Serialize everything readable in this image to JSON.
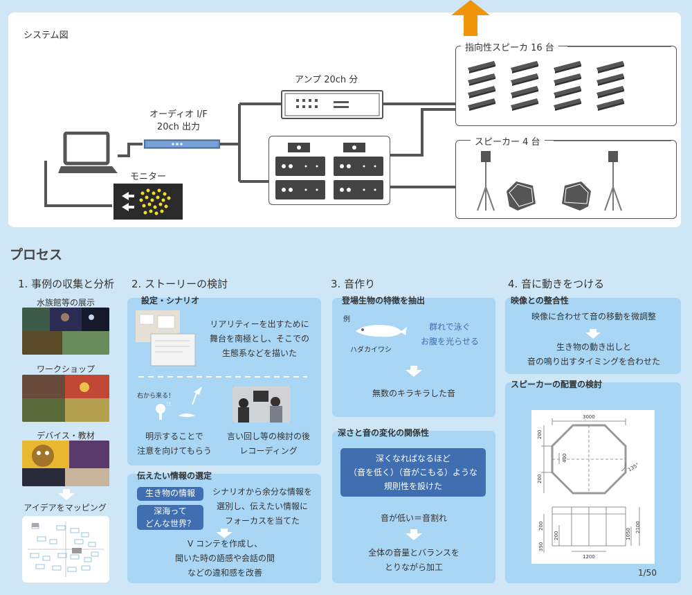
{
  "system": {
    "title": "システム図",
    "audio_if": [
      "オーディオ I/F",
      "20ch 出力"
    ],
    "amp": "アンプ 20ch 分",
    "monitor": "モニター",
    "directional": "指向性スピーカ 16 台",
    "speakers": "スピーカー 4 台"
  },
  "process": {
    "heading": "プロセス",
    "step1": {
      "title": "1. 事例の収集と分析",
      "aquarium": "水族館等の展示",
      "workshop": "ワークショップ",
      "device": "デバイス・教材",
      "mapping": "アイデアをマッピング"
    },
    "step2": {
      "title": "2. ストーリーの検討",
      "card1": {
        "title": "設定・シナリオ",
        "lines": [
          "リアリティーを出すために",
          "舞台を南極とし、そこでの",
          "生態系などを描いた"
        ],
        "from_right": "右から来る！",
        "explicit": [
          "明示することで",
          "注意を向けてもらう"
        ],
        "recording": [
          "言い回し等の検討の後",
          "レコーディング"
        ]
      },
      "card2": {
        "title": "伝えたい情報の選定",
        "pill1": "生き物の情報",
        "pill2": [
          "深海って",
          "どんな世界？"
        ],
        "lines": [
          "シナリオから余分な情報を",
          "選別し、伝えたい情報に",
          "フォーカスを当てた"
        ],
        "after": [
          "V コンテを作成し、",
          "聞いた時の語感や会話の間",
          "などの違和感を改善"
        ]
      }
    },
    "step3": {
      "title": "3. 音作り",
      "card1": {
        "title": "登場生物の特徴を抽出",
        "example": "例",
        "fish": "ハダカイワシ",
        "feature": [
          "群れで泳ぐ",
          "お腹を光らせる"
        ],
        "result": "無数のキラキラした音"
      },
      "card2": {
        "title": "深さと音の変化の関係性",
        "box": [
          "深くなればなるほど",
          "（音を低く）（音がこもる）ような",
          "規則性を設けた"
        ],
        "line1": "音が低い＝音割れ",
        "line2": [
          "全体の音量とバランスを",
          "とりながら加工"
        ]
      }
    },
    "step4": {
      "title": "4. 音に動きをつける",
      "card1": {
        "title": "映像との整合性",
        "line1": "映像に合わせて音の移動を微調整",
        "line2": [
          "生き物の動き出しと",
          "音の鳴り出すタイミングを合わせた"
        ]
      },
      "card2": {
        "title": "スピーカーの配置の検討",
        "dims": {
          "top": "3000",
          "left1": "200",
          "mid": "400",
          "left2": "200",
          "angle": "135°",
          "b1": "200",
          "b2": "200",
          "b3": "350",
          "b4": "1050",
          "b5": "2100",
          "bottom": "1200"
        }
      }
    },
    "page": "1/50"
  }
}
